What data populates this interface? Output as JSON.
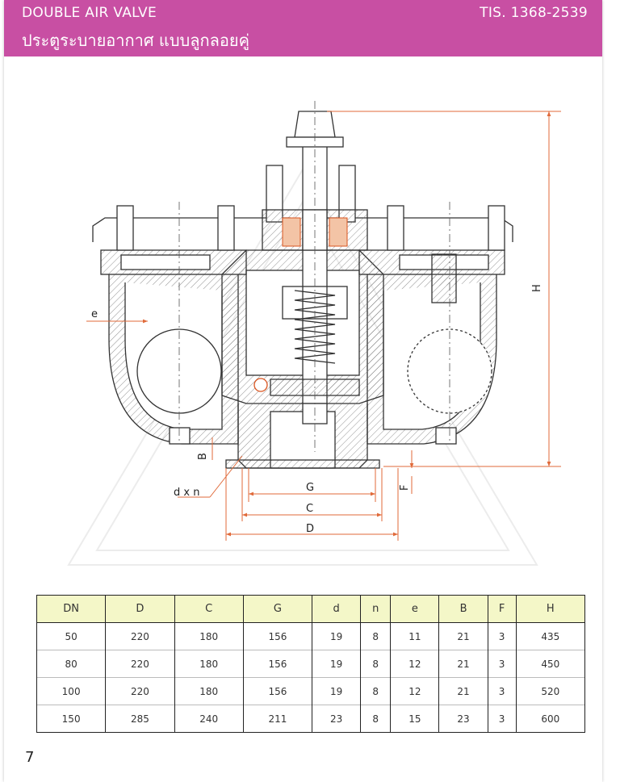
{
  "header": {
    "title_en": "DOUBLE AIR VALVE",
    "title_th": "ประตูระบายอากาศ แบบลูกลอยคู่",
    "standard": "TIS. 1368-2539"
  },
  "drawing": {
    "labels": {
      "e": "e",
      "H": "H",
      "B": "B",
      "F": "F",
      "dxn": "d x n",
      "G": "G",
      "C": "C",
      "D": "D"
    },
    "colors": {
      "line": "#333333",
      "dimension": "#e06a3a",
      "seal": "#d9531e"
    }
  },
  "table": {
    "headers": [
      "DN",
      "D",
      "C",
      "G",
      "d",
      "n",
      "e",
      "B",
      "F",
      "H"
    ],
    "rows": [
      [
        "50",
        "220",
        "180",
        "156",
        "19",
        "8",
        "11",
        "21",
        "3",
        "435"
      ],
      [
        "80",
        "220",
        "180",
        "156",
        "19",
        "8",
        "12",
        "21",
        "3",
        "450"
      ],
      [
        "100",
        "220",
        "180",
        "156",
        "19",
        "8",
        "12",
        "21",
        "3",
        "520"
      ],
      [
        "150",
        "285",
        "240",
        "211",
        "23",
        "8",
        "15",
        "23",
        "3",
        "600"
      ]
    ],
    "header_bg": "#f4f7c8"
  },
  "page": {
    "number": "7"
  },
  "colors": {
    "header_bg": "#c84fa3",
    "header_text": "#ffffff"
  }
}
